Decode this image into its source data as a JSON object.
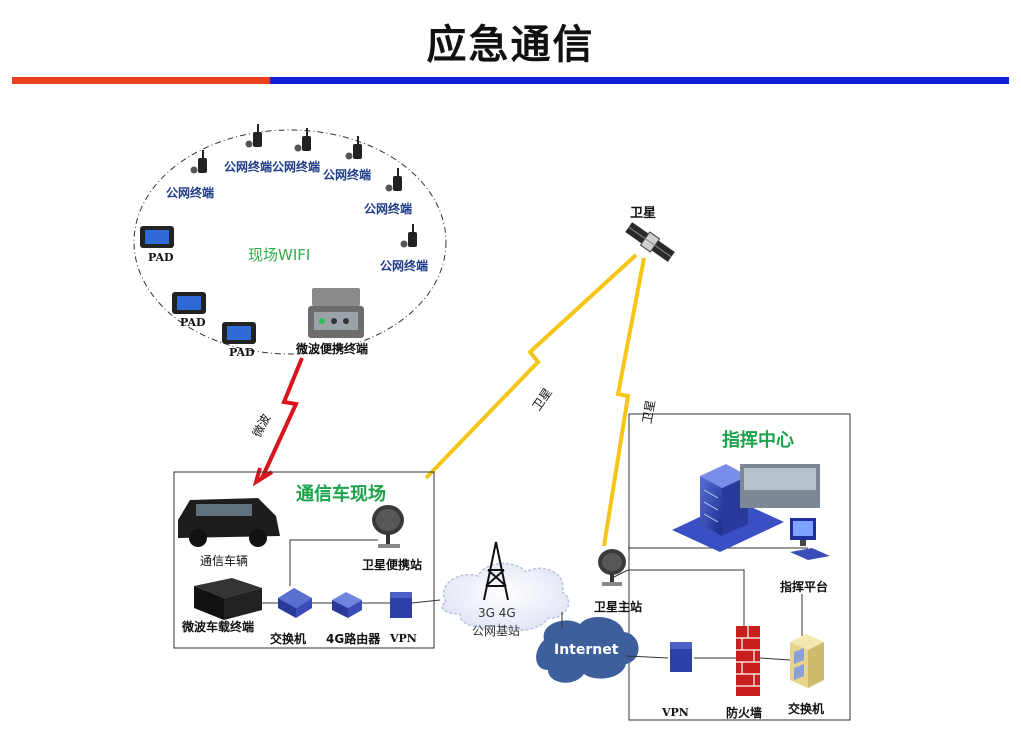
{
  "title": "应急通信",
  "wifi_zone": {
    "label": "现场WIFI",
    "terminal_label": "公网终端",
    "pad_label": "PAD",
    "portable_label": "微波便携终端"
  },
  "links": {
    "microwave": "微波",
    "satellite": "卫星"
  },
  "satellite": {
    "label": "卫星"
  },
  "vehicle_site": {
    "title": "通信车现场",
    "vehicle": "通信车辆",
    "sat_portable": "卫星便携站",
    "mw_vehicle_terminal": "微波车载终端",
    "switch": "交换机",
    "router": "4G路由器",
    "vpn": "VPN"
  },
  "public_base": {
    "line1": "3G 4G",
    "line2": "公网基站"
  },
  "internet": "Internet",
  "command_center": {
    "title": "指挥中心",
    "platform": "指挥平台",
    "sat_main": "卫星主站",
    "vpn": "VPN",
    "firewall": "防火墙",
    "switch": "交换机"
  },
  "colors": {
    "red_bar": "#e8401c",
    "blue_bar": "#1020d8",
    "microwave_link": "#d8141c",
    "satellite_link": "#f5c518",
    "section_title": "#1aa34a",
    "internet_cloud": "#3d5f9b"
  }
}
